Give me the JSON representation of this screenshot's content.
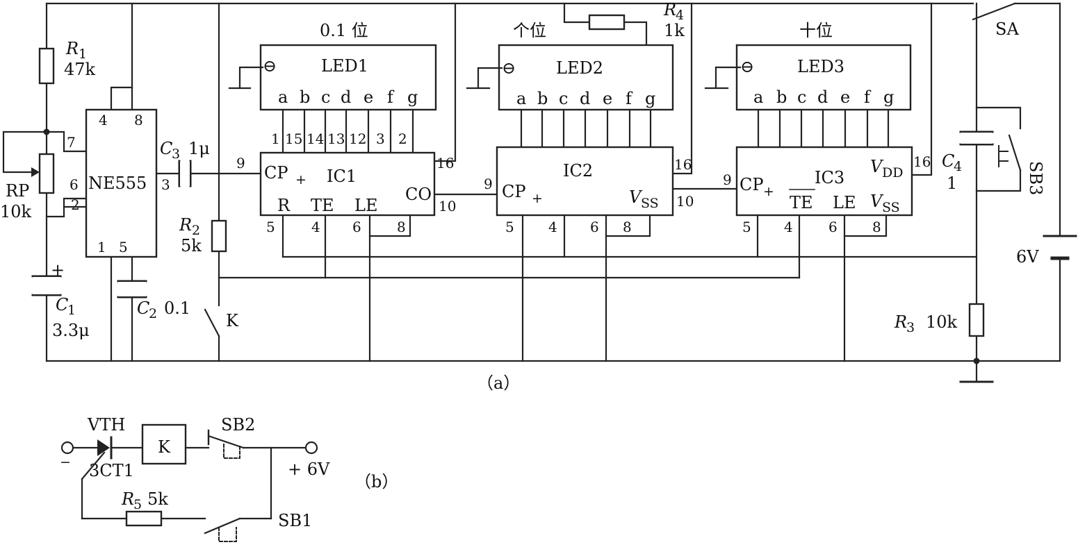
{
  "labels": {
    "r1_name": "R",
    "r1_sub": "1",
    "r1_val": "47k",
    "rp_name": "RP",
    "rp_val": "10k",
    "c1_name": "C",
    "c1_sub": "1",
    "c1_val": "3.3μ",
    "c1_plus": "+",
    "c2_name": "C",
    "c2_sub": "2",
    "c2_val": "0.1",
    "c3_name": "C",
    "c3_sub": "3",
    "c3_val": "1μ",
    "r2_name": "R",
    "r2_sub": "2",
    "r2_val": "5k",
    "k_label": "K",
    "r4_name": "R",
    "r4_sub": "4",
    "r4_val": "1k",
    "c4_name": "C",
    "c4_sub": "4",
    "c4_val": "1",
    "r3_name": "R",
    "r3_sub": "3",
    "r3_val": "10k",
    "sa_label": "SA",
    "sb3_label": "SB3",
    "battery_val": "6V",
    "caption_a": "（a）",
    "caption_b": "（b）"
  },
  "ne555": {
    "name": "NE555",
    "pins": {
      "p4": "4",
      "p8": "8",
      "p7": "7",
      "p6": "6",
      "p2": "2",
      "p3": "3",
      "p1": "1",
      "p5": "5"
    }
  },
  "digits": [
    {
      "title": "0.1 位",
      "led": "LED1",
      "ic": "IC1",
      "segments": [
        "a",
        "b",
        "c",
        "d",
        "e",
        "f",
        "g"
      ],
      "seg_pins": [
        "1",
        "15",
        "14",
        "13",
        "12",
        "3",
        "2"
      ],
      "cp": "CP",
      "cp_sub": "+",
      "pin9": "9",
      "pin16": "16",
      "pin10": "10",
      "co": "CO",
      "r": "R",
      "te": "TE",
      "le": "LE",
      "bottom_pins": [
        "5",
        "4",
        "6",
        "8"
      ]
    },
    {
      "title": "个位",
      "led": "LED2",
      "ic": "IC2",
      "segments": [
        "a",
        "b",
        "c",
        "d",
        "e",
        "f",
        "g"
      ],
      "cp": "CP",
      "cp_sub": "+",
      "pin9": "9",
      "pin16": "16",
      "pin10": "10",
      "vss": "V",
      "vss_sub": "SS",
      "bottom_pins": [
        "5",
        "4",
        "6",
        "8"
      ]
    },
    {
      "title": "十位",
      "led": "LED3",
      "ic": "IC3",
      "segments": [
        "a",
        "b",
        "c",
        "d",
        "e",
        "f",
        "g"
      ],
      "cp": "CP",
      "cp_sub": "+",
      "pin9": "9",
      "pin16": "16",
      "te": "TE",
      "le": "LE",
      "vdd": "V",
      "vdd_sub": "DD",
      "vss": "V",
      "vss_sub": "SS",
      "bottom_pins": [
        "5",
        "4",
        "6",
        "8"
      ]
    }
  ],
  "circuit_b": {
    "vth": "VTH",
    "thyristor_type": "3CT1",
    "relay": "K",
    "sb2": "SB2",
    "sb1": "SB1",
    "r5_name": "R",
    "r5_sub": "5",
    "r5_val": "5k",
    "supply": "+ 6V",
    "minus": "−"
  }
}
